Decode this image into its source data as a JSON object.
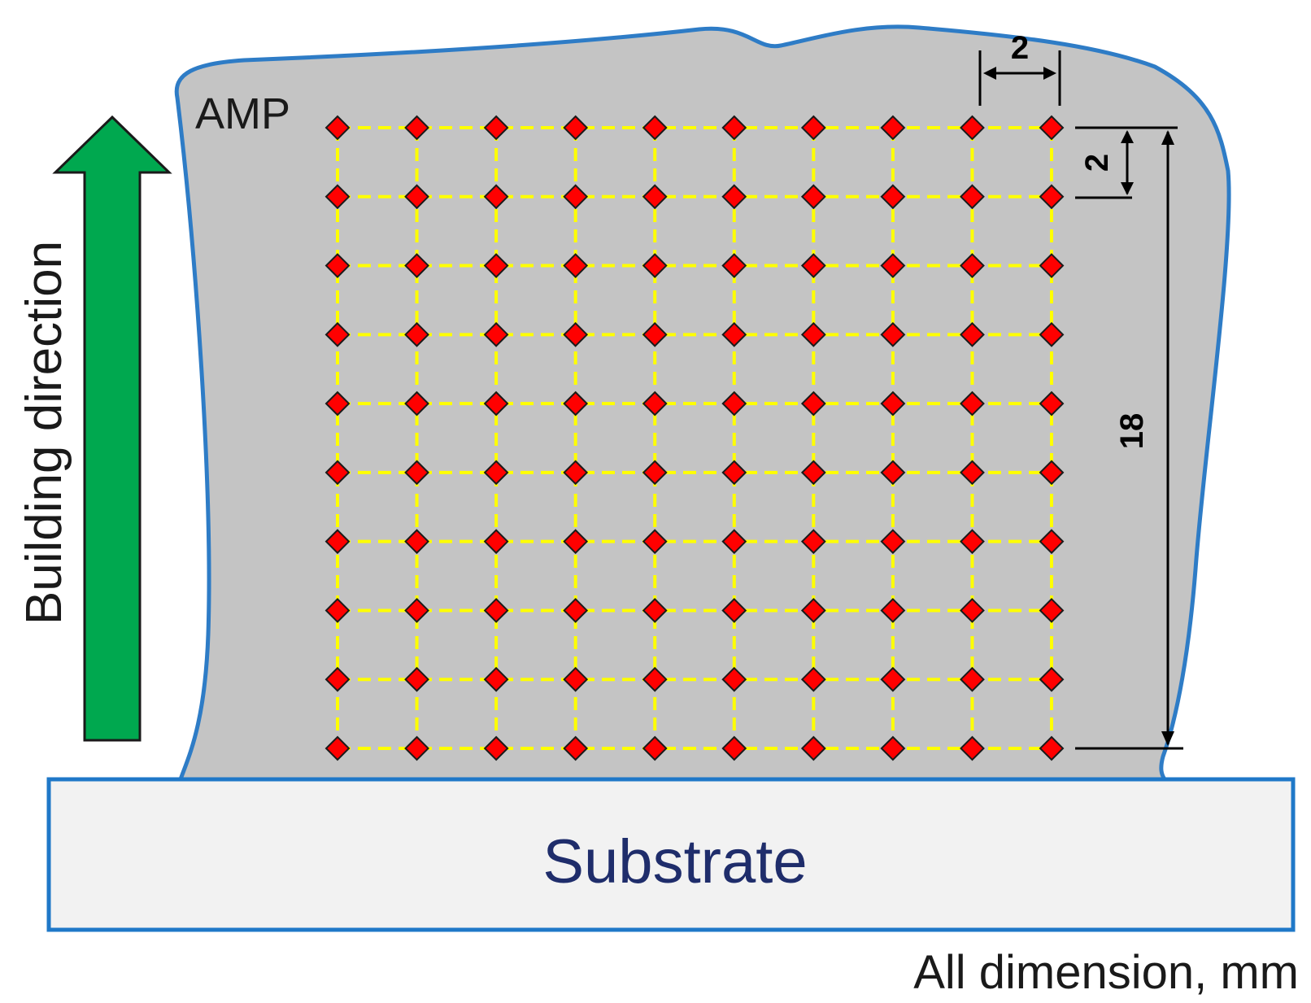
{
  "part_label": "AMP",
  "substrate_label": "Substrate",
  "building_direction_label": "Building direction",
  "dimension_note": "All dimension, mm",
  "dimensions": {
    "horizontal_spacing": "2",
    "vertical_spacing": "2",
    "total_height": "18"
  },
  "grid": {
    "columns": 10,
    "rows": 10
  },
  "colors": {
    "part_fill": "#c4c4c4",
    "part_outline": "#2e7cc6",
    "substrate_fill": "#f2f2f2",
    "substrate_outline": "#1f78c8",
    "substrate_text": "#1f2d6b",
    "grid_line": "#ffff00",
    "point_fill": "#ff0000",
    "arrow_fill": "#00a84f"
  }
}
